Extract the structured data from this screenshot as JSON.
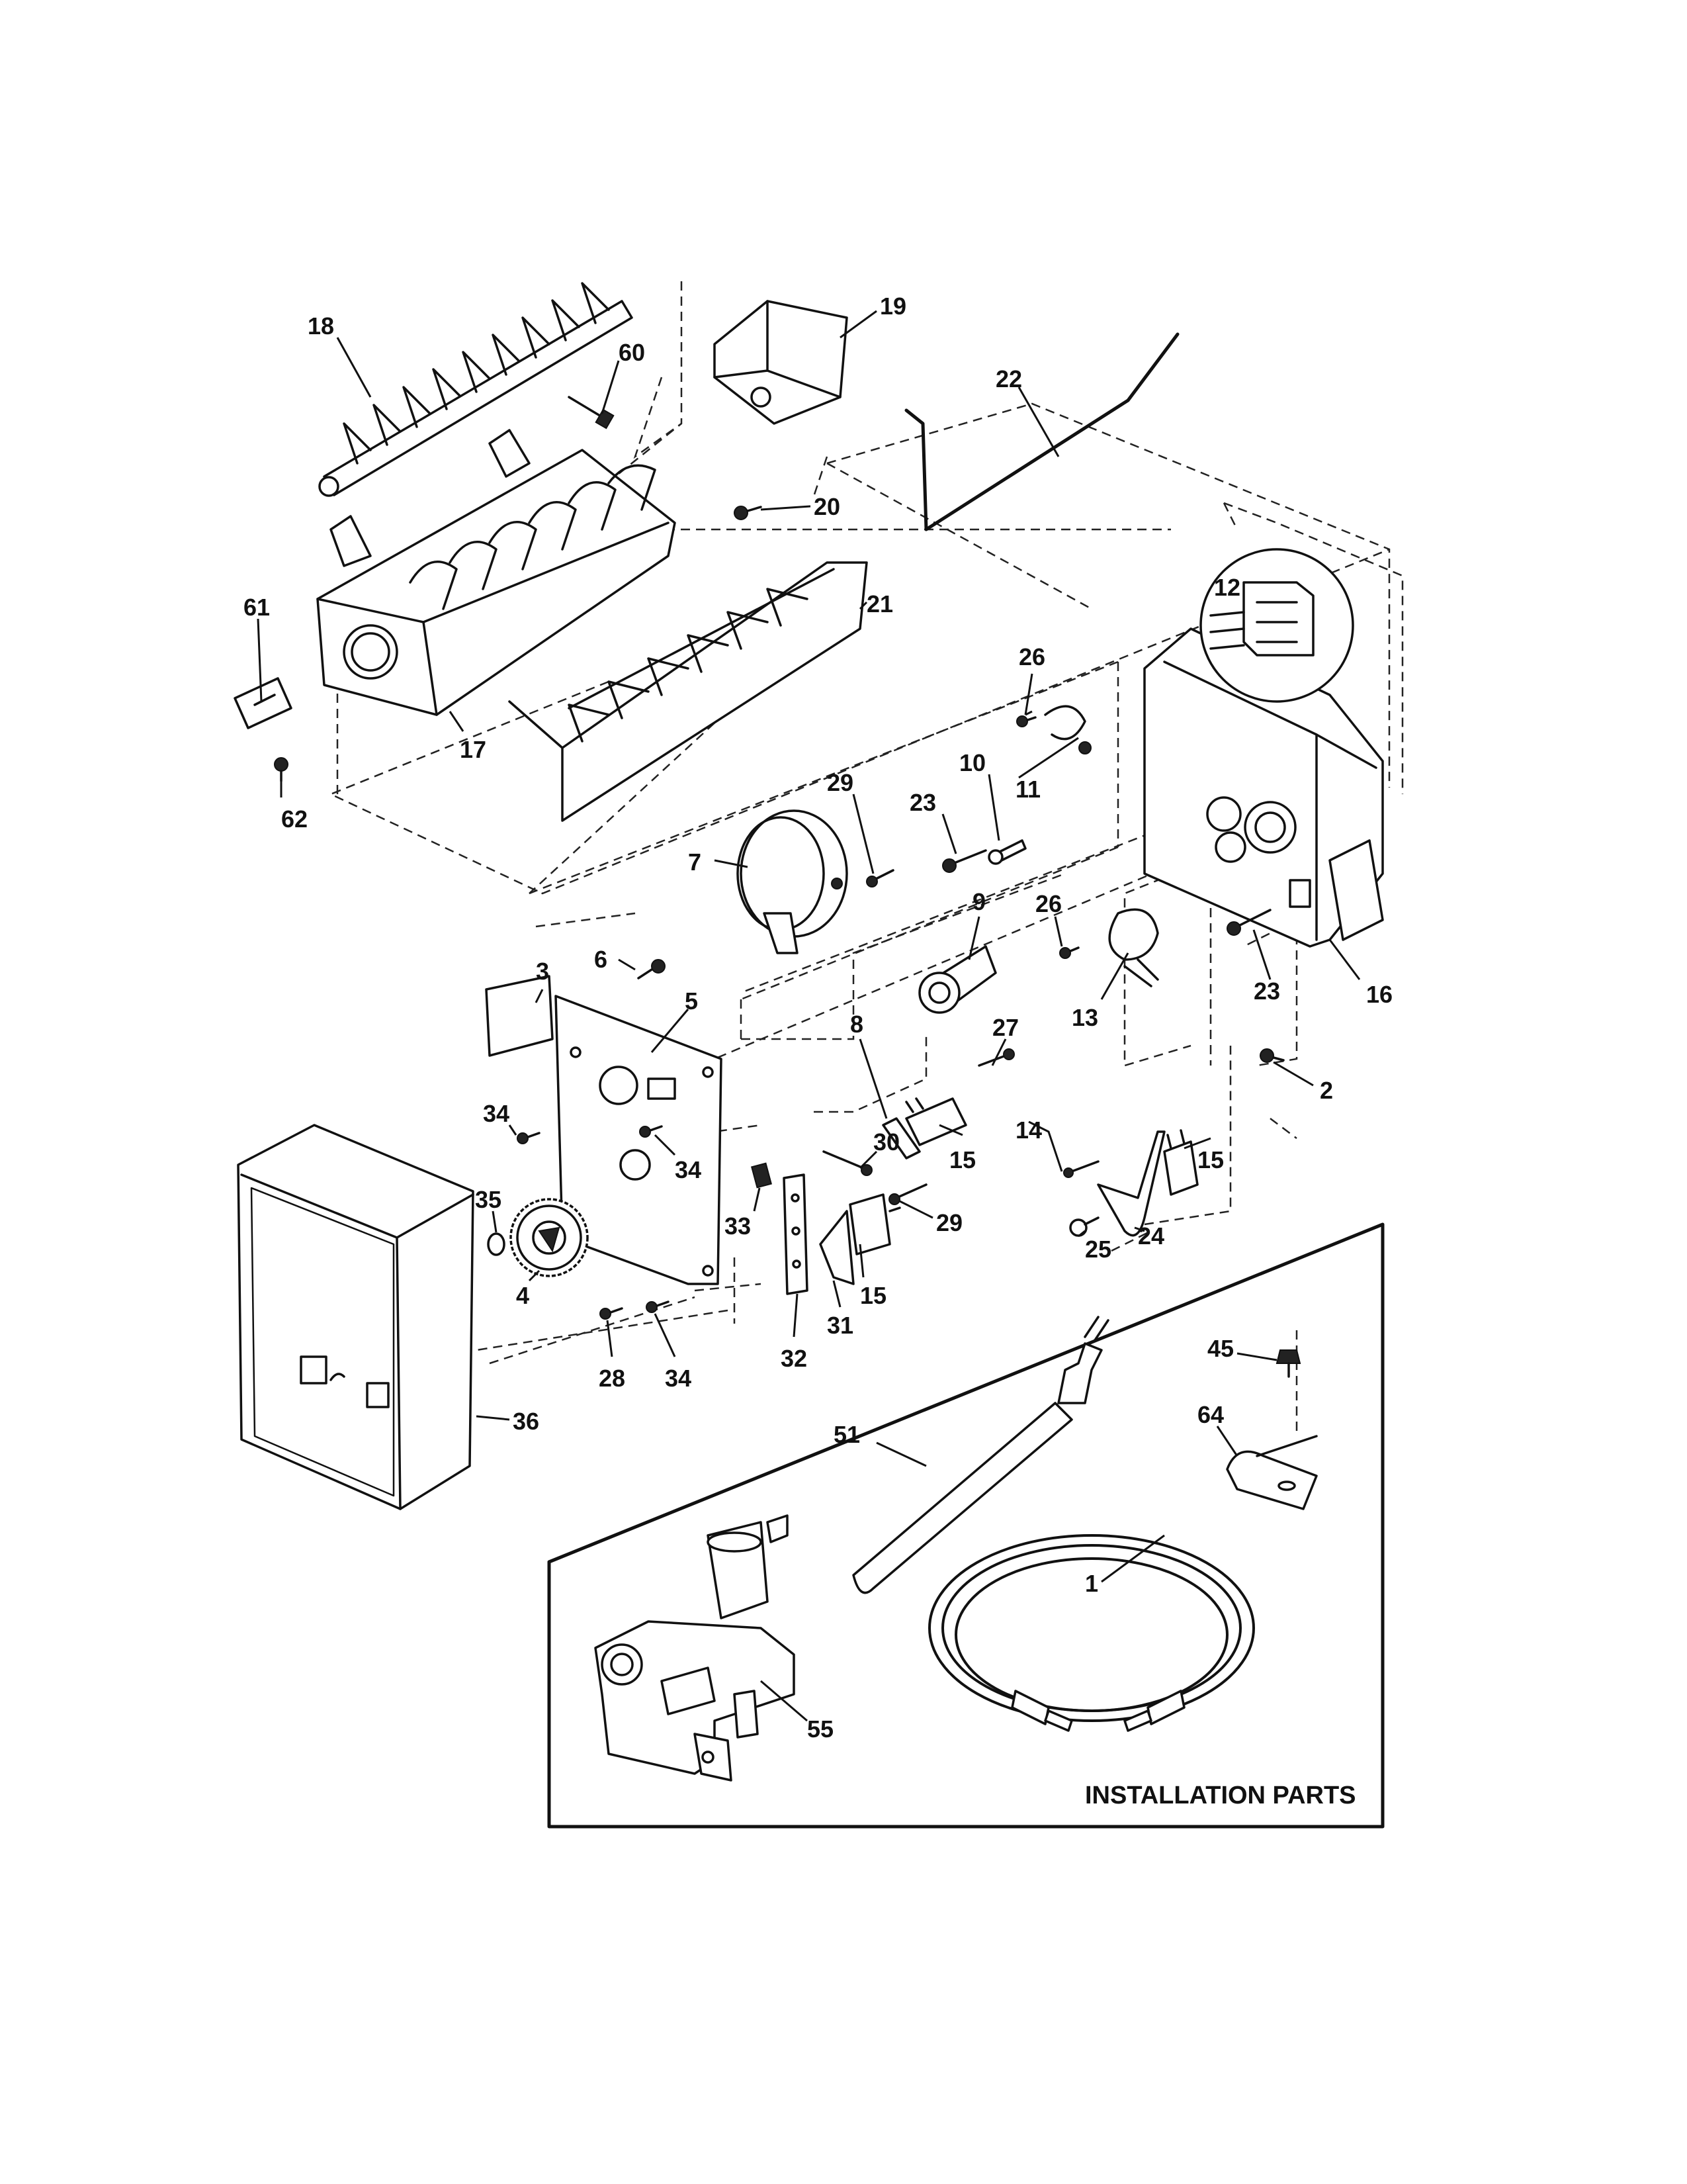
{
  "callouts": [
    {
      "id": "c18",
      "label": "18"
    },
    {
      "id": "c60",
      "label": "60"
    },
    {
      "id": "c19",
      "label": "19"
    },
    {
      "id": "c22",
      "label": "22"
    },
    {
      "id": "c20",
      "label": "20"
    },
    {
      "id": "c21",
      "label": "21"
    },
    {
      "id": "c61",
      "label": "61"
    },
    {
      "id": "c17",
      "label": "17"
    },
    {
      "id": "c62",
      "label": "62"
    },
    {
      "id": "c12",
      "label": "12"
    },
    {
      "id": "c26a",
      "label": "26"
    },
    {
      "id": "c11",
      "label": "11"
    },
    {
      "id": "c10",
      "label": "10"
    },
    {
      "id": "c23a",
      "label": "23"
    },
    {
      "id": "c29a",
      "label": "29"
    },
    {
      "id": "c7",
      "label": "7"
    },
    {
      "id": "c9",
      "label": "9"
    },
    {
      "id": "c26b",
      "label": "26"
    },
    {
      "id": "c13",
      "label": "13"
    },
    {
      "id": "c23b",
      "label": "23"
    },
    {
      "id": "c16",
      "label": "16"
    },
    {
      "id": "c3",
      "label": "3"
    },
    {
      "id": "c6",
      "label": "6"
    },
    {
      "id": "c5",
      "label": "5"
    },
    {
      "id": "c8",
      "label": "8"
    },
    {
      "id": "c27",
      "label": "27"
    },
    {
      "id": "c15a",
      "label": "15"
    },
    {
      "id": "c14",
      "label": "14"
    },
    {
      "id": "c15b",
      "label": "15"
    },
    {
      "id": "c2",
      "label": "2"
    },
    {
      "id": "c34a",
      "label": "34"
    },
    {
      "id": "c34b",
      "label": "34"
    },
    {
      "id": "c35",
      "label": "35"
    },
    {
      "id": "c30",
      "label": "30"
    },
    {
      "id": "c33",
      "label": "33"
    },
    {
      "id": "c29b",
      "label": "29"
    },
    {
      "id": "c25",
      "label": "25"
    },
    {
      "id": "c24",
      "label": "24"
    },
    {
      "id": "c4",
      "label": "4"
    },
    {
      "id": "c15c",
      "label": "15"
    },
    {
      "id": "c31",
      "label": "31"
    },
    {
      "id": "c32",
      "label": "32"
    },
    {
      "id": "c28",
      "label": "28"
    },
    {
      "id": "c34c",
      "label": "34"
    },
    {
      "id": "c36",
      "label": "36"
    },
    {
      "id": "c45",
      "label": "45"
    },
    {
      "id": "c64",
      "label": "64"
    },
    {
      "id": "c51",
      "label": "51"
    },
    {
      "id": "c1",
      "label": "1"
    },
    {
      "id": "c55",
      "label": "55"
    }
  ],
  "inset": {
    "title": "INSTALLATION PARTS"
  }
}
